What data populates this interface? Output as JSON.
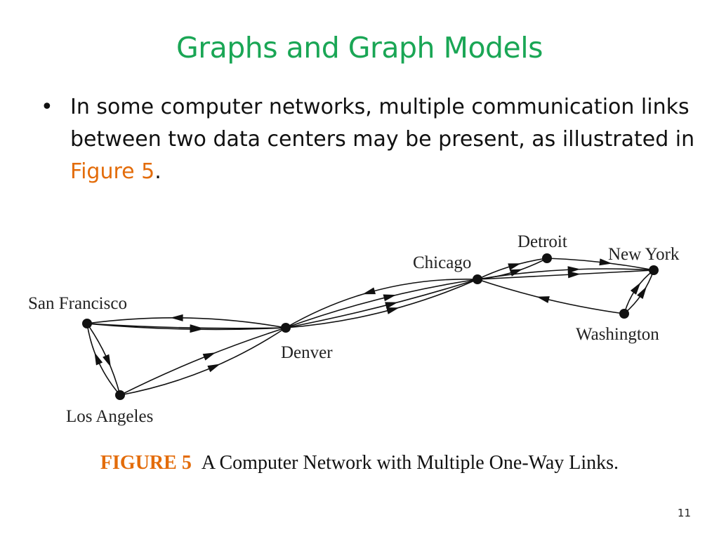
{
  "slide": {
    "title": "Graphs and Graph Models",
    "bullet": {
      "symbol": "•",
      "text_before": "In some computer networks, multiple communication links between two data centers may be present, as illustrated in ",
      "figure_ref": "Figure 5",
      "text_after": "."
    },
    "caption": {
      "number": "FIGURE 5",
      "text": "A Computer Network with Multiple One-Way Links."
    },
    "page_number": "11",
    "colors": {
      "title": "#1aa655",
      "accent": "#e36c0a",
      "text": "#111111"
    }
  },
  "diagram": {
    "nodes": [
      {
        "id": "sf",
        "label": "San Francisco"
      },
      {
        "id": "la",
        "label": "Los Angeles"
      },
      {
        "id": "denver",
        "label": "Denver"
      },
      {
        "id": "chicago",
        "label": "Chicago"
      },
      {
        "id": "detroit",
        "label": "Detroit"
      },
      {
        "id": "newyork",
        "label": "New York"
      },
      {
        "id": "washington",
        "label": "Washington"
      }
    ],
    "links": [
      {
        "from": "denver",
        "to": "sf"
      },
      {
        "from": "sf",
        "to": "denver"
      },
      {
        "from": "sf",
        "to": "denver"
      },
      {
        "from": "sf",
        "to": "la"
      },
      {
        "from": "la",
        "to": "sf"
      },
      {
        "from": "la",
        "to": "denver"
      },
      {
        "from": "la",
        "to": "denver"
      },
      {
        "from": "chicago",
        "to": "denver"
      },
      {
        "from": "denver",
        "to": "chicago"
      },
      {
        "from": "denver",
        "to": "chicago"
      },
      {
        "from": "denver",
        "to": "chicago"
      },
      {
        "from": "chicago",
        "to": "detroit"
      },
      {
        "from": "chicago",
        "to": "detroit"
      },
      {
        "from": "detroit",
        "to": "newyork"
      },
      {
        "from": "chicago",
        "to": "newyork"
      },
      {
        "from": "chicago",
        "to": "newyork"
      },
      {
        "from": "washington",
        "to": "chicago"
      },
      {
        "from": "washington",
        "to": "newyork"
      },
      {
        "from": "washington",
        "to": "newyork"
      }
    ]
  }
}
